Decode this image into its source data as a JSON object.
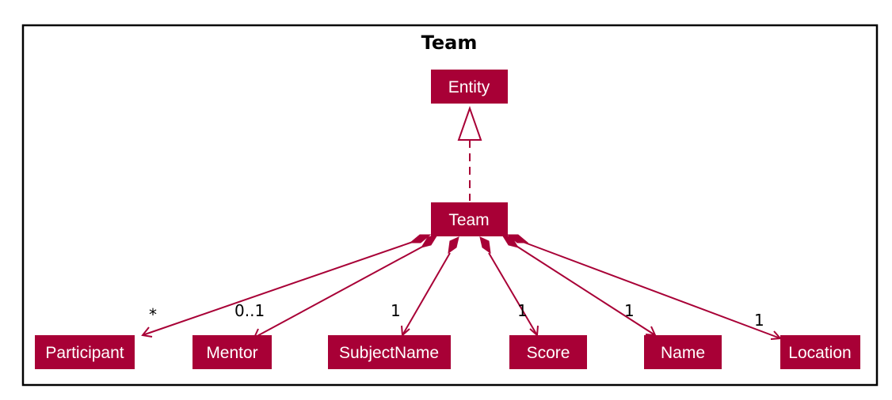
{
  "colors": {
    "class_fill": "#A80036",
    "line": "#A80036",
    "frame": "#000000",
    "background": "#FFFFFF"
  },
  "package": {
    "title": "Team"
  },
  "classes": {
    "entity": "Entity",
    "team": "Team",
    "participant": "Participant",
    "mentor": "Mentor",
    "subject_name": "SubjectName",
    "score": "Score",
    "name": "Name",
    "location": "Location"
  },
  "relationships": [
    {
      "from": "Team",
      "to": "Entity",
      "type": "realization"
    },
    {
      "from": "Team",
      "to": "Participant",
      "type": "composition",
      "multiplicity": "*"
    },
    {
      "from": "Team",
      "to": "Mentor",
      "type": "composition",
      "multiplicity": "0..1"
    },
    {
      "from": "Team",
      "to": "SubjectName",
      "type": "composition",
      "multiplicity": "1"
    },
    {
      "from": "Team",
      "to": "Score",
      "type": "composition",
      "multiplicity": "1"
    },
    {
      "from": "Team",
      "to": "Name",
      "type": "composition",
      "multiplicity": "1"
    },
    {
      "from": "Team",
      "to": "Location",
      "type": "composition",
      "multiplicity": "1"
    }
  ]
}
